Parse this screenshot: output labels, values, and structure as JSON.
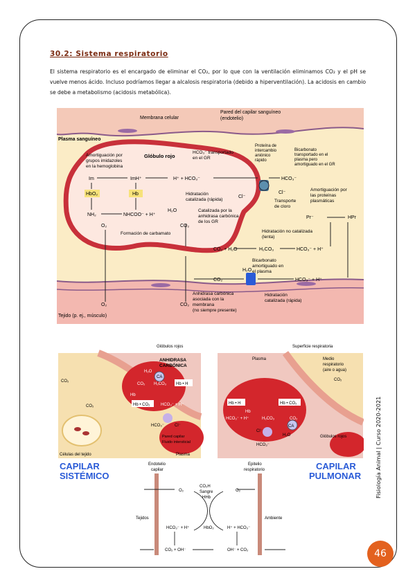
{
  "section": {
    "title": "30.2: Sistema respiratorio",
    "paragraph": "El sistema respiratorio es el encargado de eliminar el CO₂, por lo que con la ventilación eliminamos CO₂ y el pH se vuelve menos ácido. Incluso podríamos llegar a alcalosis respiratoria (debido a hiperventilación). La acidosis en cambio se debe a metabolismo (acidosis metabólica)."
  },
  "figure_top": {
    "membrana_celular": "Membrana celular",
    "pared_capilar": "Pared del capilar sanguíneo",
    "endotelio": "(endotelio)",
    "plasma": "Plasma sanguíneo",
    "globulo_rojo": "Glóbulo rojo",
    "amort_1": "Amortiguación por",
    "amort_2": "grupos imidazoles",
    "amort_3": "en la hemoglobina",
    "hco3_transp_1": "HCO₃⁻ transportado",
    "hco3_transp_2": "en el GR",
    "proteina_1": "Proteína de",
    "proteina_2": "intercambio",
    "proteina_3": "aniónico",
    "proteina_4": "rápido",
    "bicarb_1": "Bicarbonato",
    "bicarb_2": "transportado en el",
    "bicarb_3": "plasma pero",
    "bicarb_4": "amortiguado en el GR",
    "im": "Im",
    "imh": "ImH⁺",
    "hbo2": "HbO₂",
    "hb": "Hb",
    "nh2": "NH₂",
    "nhcoo": "NHCOO⁻ + H⁺",
    "h_hco3": "H⁺ + HCO₃⁻",
    "hco3": "HCO₃⁻",
    "cl": "Cl⁻",
    "cl2": "Cl⁻",
    "transporte_1": "Transporte",
    "transporte_2": "de cloro",
    "hidrat_rap_1": "Hidratación",
    "hidrat_rap_2": "catalizada (rápida)",
    "h2o": "H₂O",
    "catalizada_1": "Catalizada por la",
    "catalizada_2": "anhidrasa carbónica",
    "catalizada_3": "de los GR",
    "co2": "CO₂",
    "o2": "O₂",
    "formacion": "Formación de carbamato",
    "amort_prot_1": "Amortiguación por",
    "amort_prot_2": "las proteínas",
    "amort_prot_3": "plasmáticas",
    "pr": "Pr⁻",
    "hpr": "HPr",
    "hidrat_lenta_1": "Hidratación no catalizada",
    "hidrat_lenta_2": "(lenta)",
    "reaccion_1": "CO₂ + H₂O",
    "reaccion_2": "H₂CO₃",
    "reaccion_3": "HCO₃⁻ + H⁺",
    "bicarb_amort_1": "Bicarbonato",
    "bicarb_amort_2": "amortiguado en",
    "bicarb_amort_3": "el plasma",
    "co2_low": "CO₂",
    "h2o_low": "H₂O",
    "hco3_h_low": "HCO₃⁻ + H⁺",
    "anhidrasa_1": "Anhidrasa carbónica",
    "anhidrasa_2": "asociada con la",
    "anhidrasa_3": "membrana",
    "anhidrasa_4": "(no siempre presente)",
    "hidrat_cat_1": "Hidratación",
    "hidrat_cat_2": "catalizada (rápida)",
    "o2_bottom": "O₂",
    "co2_bottom": "CO₂",
    "tejido": "Tejido (p. ej., músculo)"
  },
  "figure_bottom": {
    "globulos_rojos": "Glóbulos rojos",
    "superficie": "Superficie respiratoria",
    "plasma": "Plasma",
    "medio_1": "Medio",
    "medio_2": "respiratorio",
    "medio_3": "(aire o agua)",
    "anhidrasa_1": "ANHIDRASA",
    "anhidrasa_2": "CARBÓNICA",
    "ca": "CA",
    "h2o": "H₂O",
    "co2": "CO₂",
    "h2co3": "H₂CO₃",
    "hb_h": "Hb • H",
    "hb": "Hb",
    "hb_co2": "Hb • CO₂",
    "hco3_h": "HCO₃⁻ + H⁺",
    "hco3": "HCO₃⁻",
    "cl": "Cl⁻",
    "pared_capilar": "Pared capilar",
    "fluido": "Fluido intersticial",
    "celulas": "Células del tejido",
    "globulos_rojos_2": "Glóbulos rojos",
    "capilar_sistemico_1": "CAPILAR",
    "capilar_sistemico_2": "SISTÉMICO",
    "capilar_pulmonar_1": "CAPILAR",
    "capilar_pulmonar_2": "PULMONAR",
    "endotelio_1": "Endotelio",
    "endotelio_2": "capilar",
    "epitelio_1": "Epitelio",
    "epitelio_2": "respiratorio",
    "sangre_1": "CO₂H",
    "sangre_2": "Sangre",
    "sangre_3": "HHb",
    "o2": "O₂",
    "tejidos": "Tejidos",
    "ambiente": "Ambiente",
    "hco3_h_left": "HCO₃⁻ + H⁺",
    "hbo2": "HbO₂",
    "h_hco3_right": "H⁺ + HCO₃⁻",
    "co2_oh": "CO₂ + OH⁻",
    "oh_co2": "OH⁻ + CO₂"
  },
  "side_label": "Fisiología Animal  |  Curso 2020-2021",
  "page_number": "46",
  "colors": {
    "title": "#7a2a10",
    "badge": "#e3611e",
    "rbc_outline": "#c8303a",
    "plasma_bg": "#fbecc6",
    "capillar_blue": "#2a5bd7"
  }
}
